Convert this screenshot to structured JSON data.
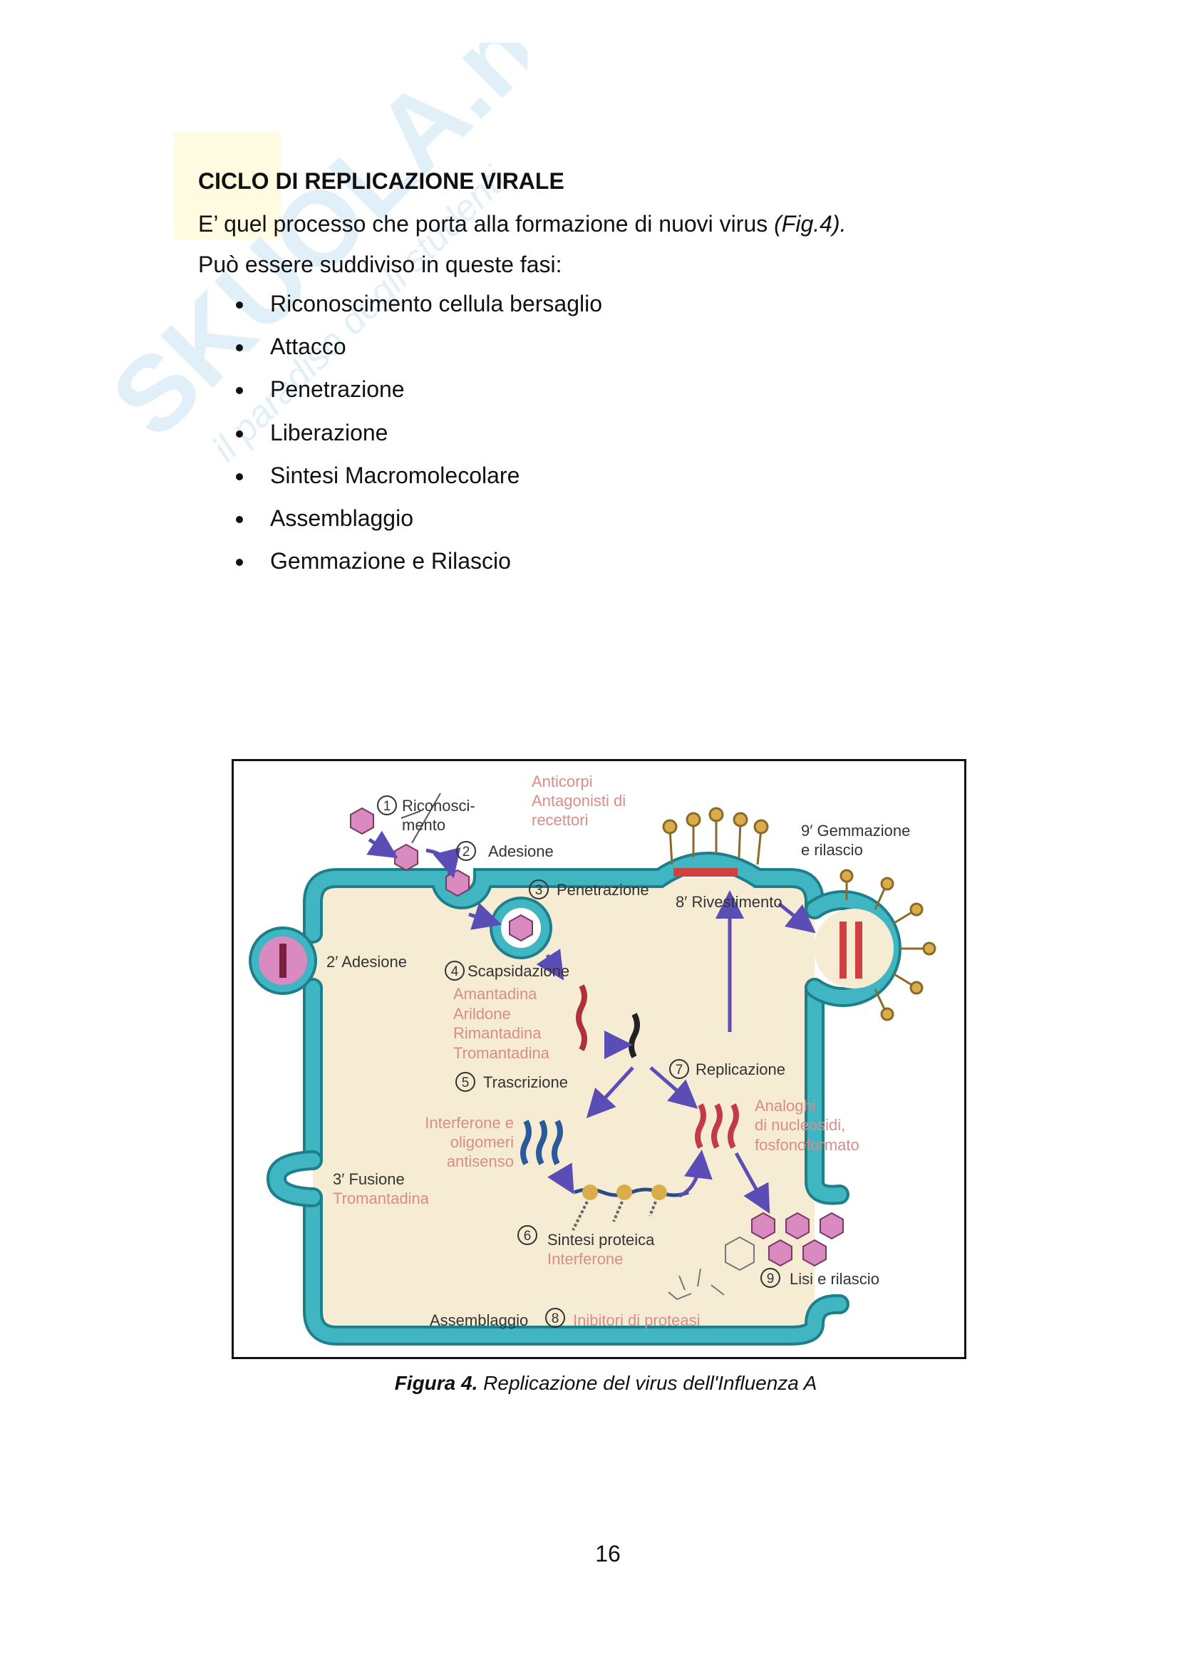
{
  "watermark": {
    "logo": "SKUOLA.net",
    "tagline": "il paradiso degli studenti"
  },
  "heading": "CICLO DI REPLICAZIONE VIRALE",
  "intro": {
    "text": "E’ quel processo che porta alla formazione di nuovi virus ",
    "ref": "(Fig.4)."
  },
  "subtitle": "Può essere suddiviso in queste fasi:",
  "phases": [
    "Riconoscimento cellula bersaglio",
    "Attacco",
    "Penetrazione",
    "Liberazione",
    "Sintesi Macromolecolare",
    "Assemblaggio",
    "Gemmazione e Rilascio"
  ],
  "figure": {
    "labels": {
      "riconosci_1": "Riconosci-",
      "riconosci_2": "mento",
      "anticorpi": "Anticorpi",
      "antagonisti": "Antagonisti di",
      "recettori": "recettori",
      "adesione": "Adesione",
      "gemmazione_1": "9′ Gemmazione",
      "gemmazione_2": "e rilascio",
      "penetrazione": "Penetrazione",
      "rivestimento": "8′ Rivestimento",
      "adesione2": "2′ Adesione",
      "scapsidazione": "Scapsidazione",
      "amantadina": "Amantadina",
      "arildone": "Arildone",
      "rimantadina": "Rimantadina",
      "tromantadina": "Tromantadina",
      "trascrizione": "Trascrizione",
      "replicazione": "Replicazione",
      "interferone_e": "Interferone e",
      "oligomeri": "oligomeri",
      "antisenso": "antisenso",
      "analoghi": "Analoghi",
      "nucleosidi": "di nucleosidi,",
      "fosfonoformato": "fosfonoformato",
      "fusione": "3′ Fusione",
      "tromantadina2": "Tromantadina",
      "sintesi": "Sintesi proteica",
      "interferone": "Interferone",
      "lisi": "Lisi e rilascio",
      "assemblaggio": "Assemblaggio",
      "inibitori": "Inibitori di proteasi"
    },
    "step_numbers": {
      "n1": "1",
      "n2": "2",
      "n3": "3",
      "n4": "4",
      "n5": "5",
      "n6": "6",
      "n7": "7",
      "n8": "8",
      "n9": "9"
    },
    "colors": {
      "membrane": "#3fb6c2",
      "membrane_edge": "#1e7f8a",
      "cytoplasm": "#f6ecd3",
      "virus": "#d98ac0",
      "arrow": "#5a4db5",
      "drug": "#d98c8c",
      "spike": "#d8ad4a"
    }
  },
  "caption": {
    "bold": "Figura 4.",
    "text": " Replicazione del virus dell'Influenza  A"
  },
  "page_number": "16"
}
